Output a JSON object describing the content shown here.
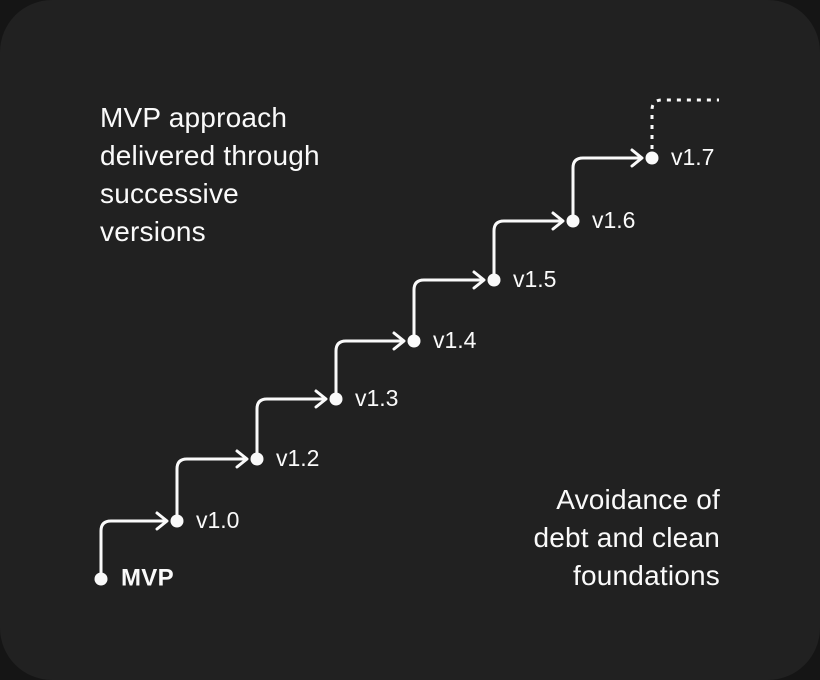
{
  "title": {
    "lines": [
      "MVP approach",
      "delivered through",
      "successive",
      "versions"
    ]
  },
  "note": {
    "lines": [
      "Avoidance of",
      "debt and clean",
      "foundations"
    ]
  },
  "steps": [
    {
      "label": "MVP"
    },
    {
      "label": "v1.0"
    },
    {
      "label": "v1.2"
    },
    {
      "label": "v1.3"
    },
    {
      "label": "v1.4"
    },
    {
      "label": "v1.5"
    },
    {
      "label": "v1.6"
    },
    {
      "label": "v1.7"
    }
  ],
  "colors": {
    "card_background": "#212121",
    "page_background": "#151515",
    "line_and_text": "#fafafa"
  }
}
